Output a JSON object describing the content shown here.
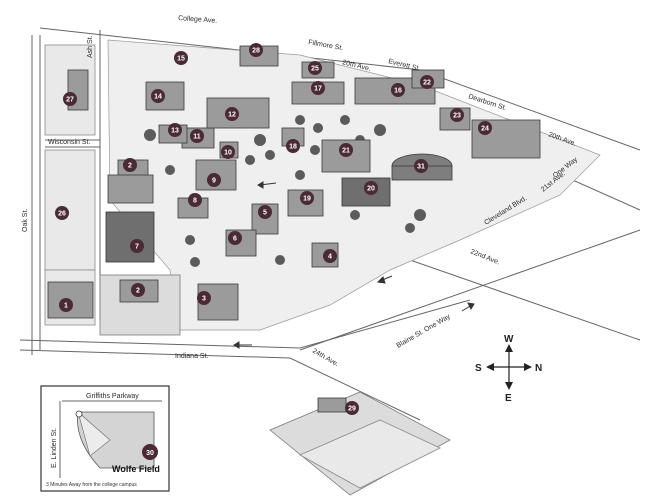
{
  "map": {
    "streets": {
      "college_ave": "College Ave.",
      "fillmore": "Fillmore St.",
      "ash": "Ash St.",
      "twentieth_ave_top": "20th Ave.",
      "everett": "Everett St.",
      "dearborn": "Dearborn St.",
      "twentieth_ave_right": "20th Ave.",
      "one_way_right": "One Way",
      "twentyfirst_ave": "21st Ave.",
      "cleveland": "Cleveland Blvd.",
      "twentysecond_ave": "22nd Ave.",
      "wisconsin": "Wisconsin St.",
      "oak": "Oak St.",
      "indiana": "Indiana St.",
      "twentyfourth_ave": "24th Ave.",
      "blaine": "Blaine St. One Way"
    },
    "markers": [
      "1",
      "2",
      "2",
      "3",
      "4",
      "5",
      "6",
      "7",
      "8",
      "9",
      "10",
      "11",
      "12",
      "13",
      "14",
      "15",
      "16",
      "17",
      "18",
      "19",
      "20",
      "21",
      "22",
      "23",
      "24",
      "25",
      "26",
      "27",
      "28",
      "29",
      "31"
    ],
    "compass": {
      "north": "N",
      "south": "S",
      "east": "E",
      "west": "W"
    }
  },
  "inset": {
    "street_top": "Griffiths Parkway",
    "street_left": "E. Linden St.",
    "marker": "30",
    "title": "Wolfe Field",
    "note": "3 Minutes Away from the college campus"
  },
  "colors": {
    "marker": "#4a2a35",
    "building": "#9b9b9b",
    "road_line": "#666666"
  }
}
